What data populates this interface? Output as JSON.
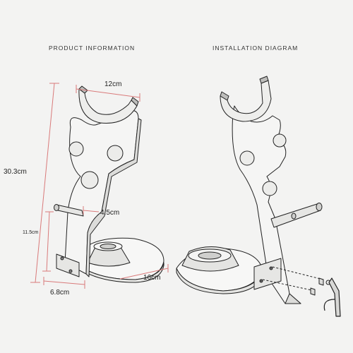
{
  "headings": {
    "left": "PRODUCT INFORMATION",
    "right": "INSTALLATION DIAGRAM"
  },
  "dimensions": {
    "width_top": "12cm",
    "height_total": "30.3cm",
    "hook_diameter": "4.5cm",
    "hook_height": "11.5cm",
    "base_depth": "16cm",
    "base_width": "6.8cm"
  },
  "colors": {
    "dimension_line": "#d97a7a",
    "outline": "#222222",
    "background": "#f3f3f2"
  }
}
